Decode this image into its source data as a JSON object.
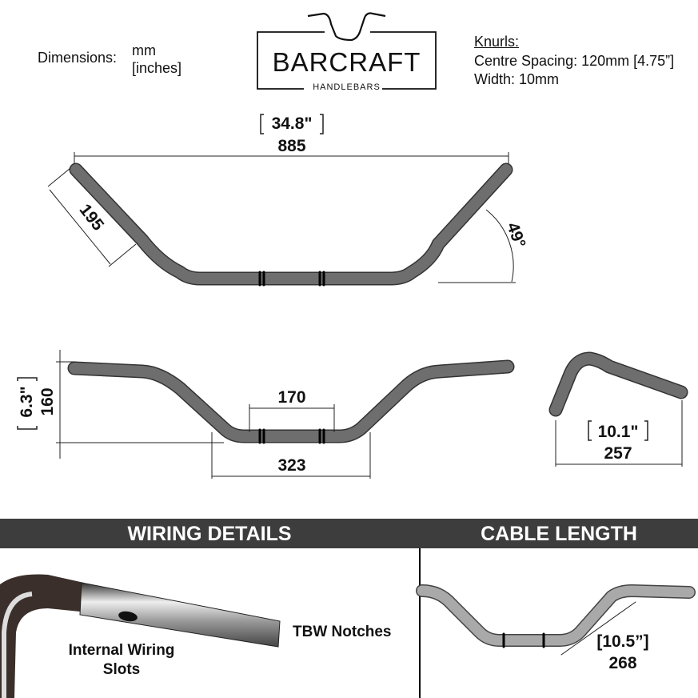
{
  "header": {
    "dimensions_label": "Dimensions:",
    "unit_primary": "mm",
    "unit_secondary": "[inches]",
    "logo": {
      "brand": "BarCraft",
      "brand_display": "BARCRAFT",
      "tagline": "HANDLEBARS"
    },
    "knurls": {
      "title": "Knurls:",
      "centre_spacing": "Centre Spacing: 120mm [4.75”]",
      "width": "Width: 10mm"
    }
  },
  "top_view": {
    "width_in": "34.8\"",
    "width_mm": "885",
    "riser_mm": "195",
    "angle": "49°"
  },
  "front_view": {
    "height_in": "6.3\"",
    "height_mm": "160",
    "center_mm": "170",
    "base_mm": "323"
  },
  "side_view": {
    "pullback_in": "10.1\"",
    "pullback_mm": "257"
  },
  "sections": {
    "wiring": {
      "title": "WIRING DETAILS",
      "tbw": "TBW Notches",
      "internal_line1": "Internal Wiring",
      "internal_line2": "Slots"
    },
    "cable": {
      "title": "CABLE LENGTH",
      "length_in": "[10.5”]",
      "length_mm": "268"
    }
  },
  "colors": {
    "bar": "#6e6e6e",
    "banner": "#3d3d3d",
    "cable_bar": "#a9a9a9"
  }
}
